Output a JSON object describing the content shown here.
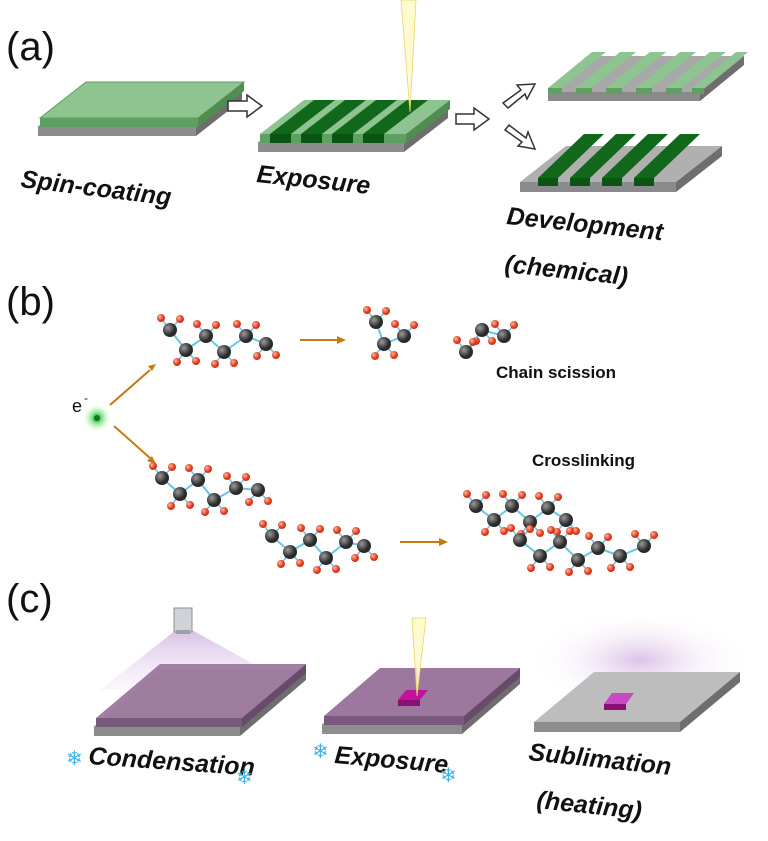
{
  "panels": {
    "a": {
      "label": "(a)",
      "steps": [
        "Spin-coating",
        "Exposure"
      ],
      "development": {
        "line1": "Development",
        "line2": "(chemical)"
      }
    },
    "b": {
      "label": "(b)",
      "electron": "e",
      "electron_sup": "-",
      "scission_label": "Chain scission",
      "crosslink_label": "Crosslinking"
    },
    "c": {
      "label": "(c)",
      "steps": [
        "Condensation",
        "Exposure"
      ],
      "sublimation": {
        "line1": "Sublimation",
        "line2": "(heating)"
      }
    }
  },
  "colors": {
    "resist_green": "#6fae70",
    "exposed_green": "#0e6a14",
    "substrate_gray": "#a9a9a9",
    "ice_purple": "#9a6fa0",
    "exposed_magenta": "#a0189c",
    "beam_yellow": "#fff3a0",
    "carbon": "#404040",
    "oxygen": "#e8472a",
    "bond": "#66c6e8",
    "arrow_brown": "#c57a10",
    "snowflake": "#3fb4e6"
  },
  "icons": [
    "electron-beam-icon",
    "snowflake-icon",
    "nozzle-icon",
    "process-arrow-icon",
    "reaction-arrow-icon"
  ]
}
